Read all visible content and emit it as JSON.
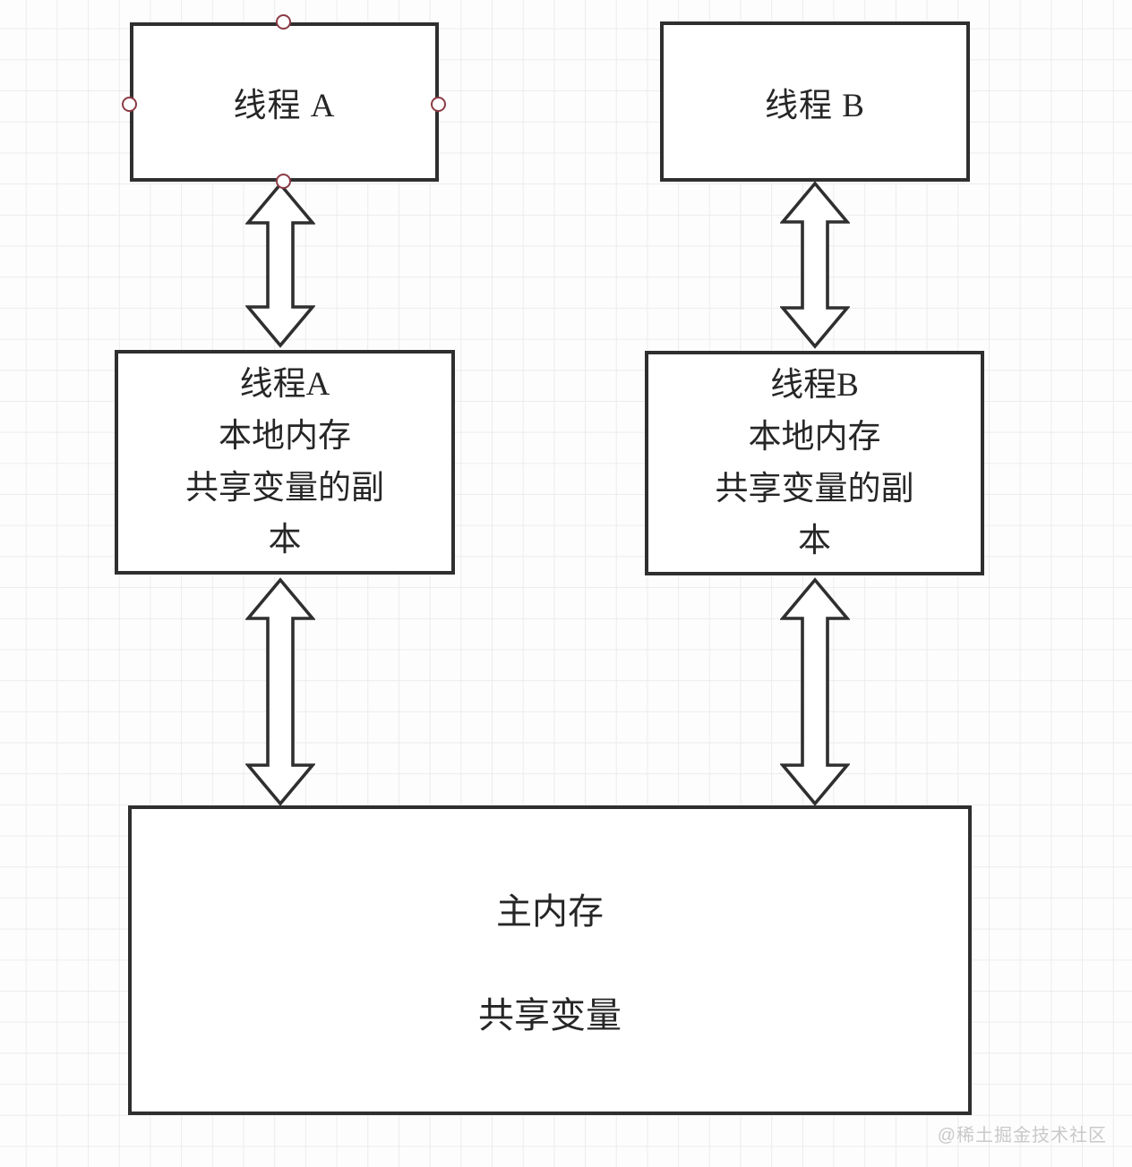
{
  "nodes": {
    "thread_a": {
      "label": "线程 A"
    },
    "thread_b": {
      "label": "线程 B"
    },
    "local_a": {
      "lines": [
        "线程A",
        "本地内存",
        "共享变量的副",
        "本"
      ]
    },
    "local_b": {
      "lines": [
        "线程B",
        "本地内存",
        "共享变量的副",
        "本"
      ]
    },
    "main_memory": {
      "title": "主内存",
      "subtitle": "共享变量"
    }
  },
  "colors": {
    "node_border": "#2f2f2f",
    "node_fill": "#ffffff",
    "text": "#262626",
    "selection_handle_ring": "#8c3b45",
    "grid_line": "#ececec",
    "watermark": "#c9c9c9"
  },
  "watermark": {
    "text": "@稀土掘金技术社区"
  }
}
